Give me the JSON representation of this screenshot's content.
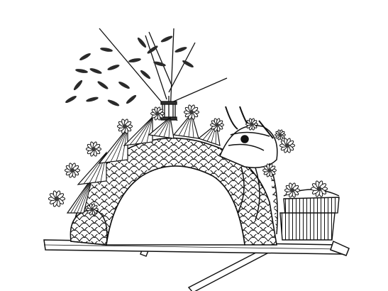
{
  "illustration": {
    "subject": "line-art-dragon-arch-float",
    "colors": {
      "ink": "#111111",
      "paper": "#ffffff",
      "shade": "#3a3a3a"
    },
    "layers": [
      {
        "key": "bamboo",
        "icon": "bamboo-branch-icon"
      },
      {
        "key": "lantern",
        "icon": "lantern-icon"
      },
      {
        "key": "arch",
        "icon": "dragon-scale-arch-icon"
      },
      {
        "key": "head",
        "icon": "dragon-head-icon"
      },
      {
        "key": "flowers",
        "icon": "flower-icon"
      },
      {
        "key": "platform",
        "icon": "wooden-platform-icon"
      },
      {
        "key": "poles",
        "icon": "carry-pole-icon"
      }
    ]
  }
}
